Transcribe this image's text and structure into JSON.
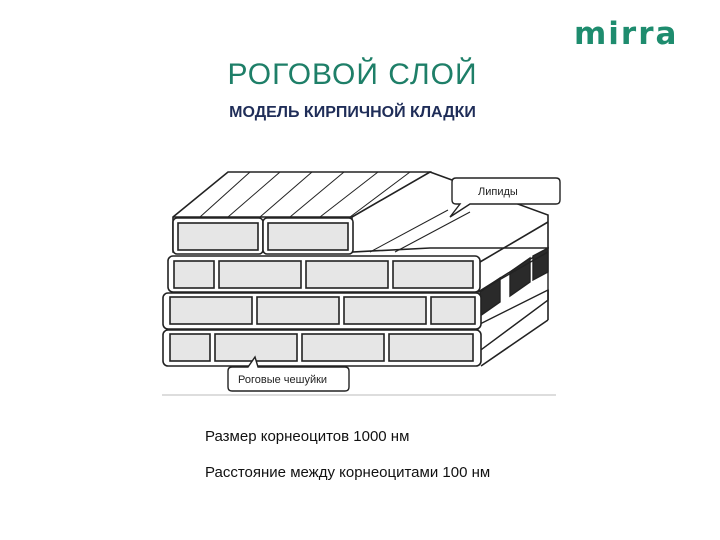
{
  "logo": {
    "text": "mirra",
    "color": "#1e8c6e"
  },
  "header": {
    "title": "РОГОВОЙ СЛОЙ",
    "subtitle": "МОДЕЛЬ КИРПИЧНОЙ КЛАДКИ"
  },
  "diagram": {
    "callout_top": "Липиды",
    "callout_bottom": "Роговые чешуйки"
  },
  "facts": {
    "size": "Размер корнеоцитов 1000 нм",
    "distance": "Расстояние между корнеоцитами 100 нм"
  },
  "colors": {
    "title": "#1e7f68",
    "subtitle": "#1f2d58",
    "brick": "#e6e6e6",
    "dark_side": "#2a2a2a"
  }
}
